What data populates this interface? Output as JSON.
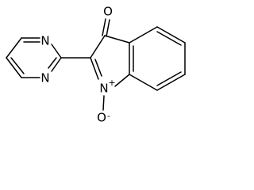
{
  "molecule": {
    "atoms": {
      "ring_n_upper": "N",
      "ring_n_lower": "N",
      "carbonyl_o": "O",
      "indole_n": "N",
      "n_charge": "+",
      "oxide_o": "O",
      "oxide_charge": "-"
    },
    "colors": {
      "bond": "#000000",
      "label": "#000000",
      "background": "#ffffff"
    }
  }
}
